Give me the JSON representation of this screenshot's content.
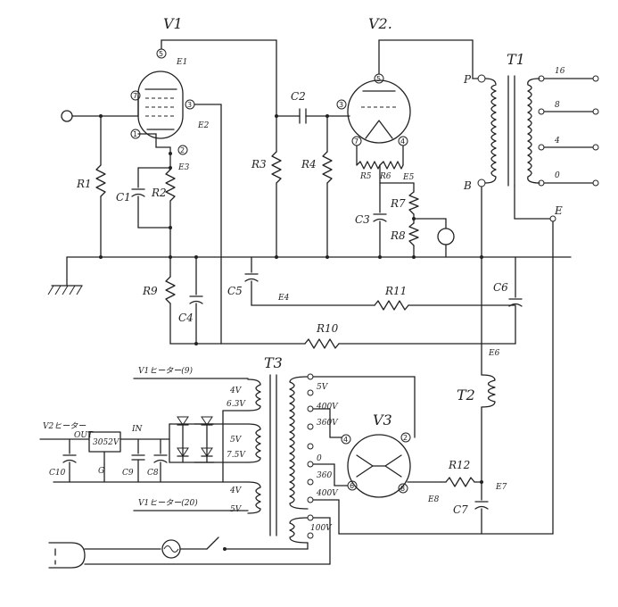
{
  "tubes": {
    "v1": {
      "label": "V1",
      "pins": [
        "5",
        "7",
        "3",
        "1",
        "2"
      ]
    },
    "v2": {
      "label": "V2.",
      "pins": [
        "5",
        "3",
        "7",
        "4"
      ]
    },
    "v3": {
      "label": "V3",
      "pins": [
        "4",
        "2",
        "6",
        "8"
      ]
    }
  },
  "transformers": {
    "t1": {
      "label": "T1",
      "primary": [
        "P",
        "B"
      ],
      "taps": [
        "16",
        "8",
        "4",
        "0"
      ],
      "ground": "E"
    },
    "t2": {
      "label": "T2"
    },
    "t3": {
      "label": "T3",
      "left_taps": [
        "4V",
        "6.3V",
        "5V",
        "7.5V",
        "4V",
        "5V"
      ],
      "right_taps": [
        "5V",
        "400V",
        "360V",
        "0",
        "360",
        "400V",
        "100V"
      ]
    }
  },
  "resistors": [
    "R1",
    "R2",
    "R3",
    "R4",
    "R5",
    "R6",
    "R7",
    "R8",
    "R9",
    "R10",
    "R11",
    "R12"
  ],
  "capacitors": [
    "C1",
    "C2",
    "C3",
    "C4",
    "C5",
    "C6",
    "C7",
    "C8",
    "C9",
    "C10"
  ],
  "ground_points": [
    "E1",
    "E2",
    "E3",
    "E4",
    "E5",
    "E6",
    "E7",
    "E8"
  ],
  "heater_labels": {
    "v1_top": "V1ヒーター(9)",
    "v1_bottom": "V1ヒーター(20)",
    "v2": "V2ヒーター"
  },
  "regulator": {
    "part": "3052V",
    "in_label": "IN",
    "out_label": "OUT",
    "ground": "G"
  }
}
